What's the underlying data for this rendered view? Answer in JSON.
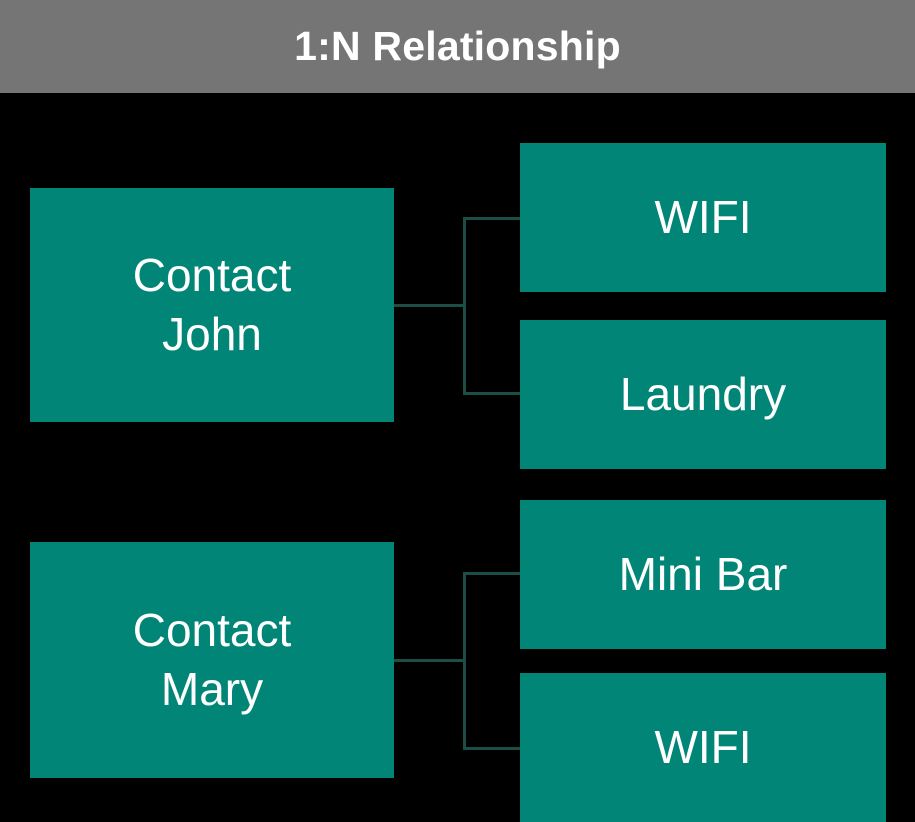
{
  "header": {
    "title": "1:N Relationship",
    "background_color": "#757575",
    "text_color": "#ffffff"
  },
  "canvas": {
    "background_color": "#000000"
  },
  "theme": {
    "node_fill": "#008577",
    "node_text": "#ffffff",
    "connector_color": "#1d4d47"
  },
  "diagram": {
    "type": "one-to-many-relationship",
    "groups": [
      {
        "parent": {
          "label": "Contact\nJohn",
          "line1": "Contact",
          "line2": "John"
        },
        "children": [
          {
            "label": "WIFI"
          },
          {
            "label": "Laundry"
          }
        ]
      },
      {
        "parent": {
          "label": "Contact\nMary",
          "line1": "Contact",
          "line2": "Mary"
        },
        "children": [
          {
            "label": "Mini Bar"
          },
          {
            "label": "WIFI"
          }
        ]
      }
    ]
  }
}
